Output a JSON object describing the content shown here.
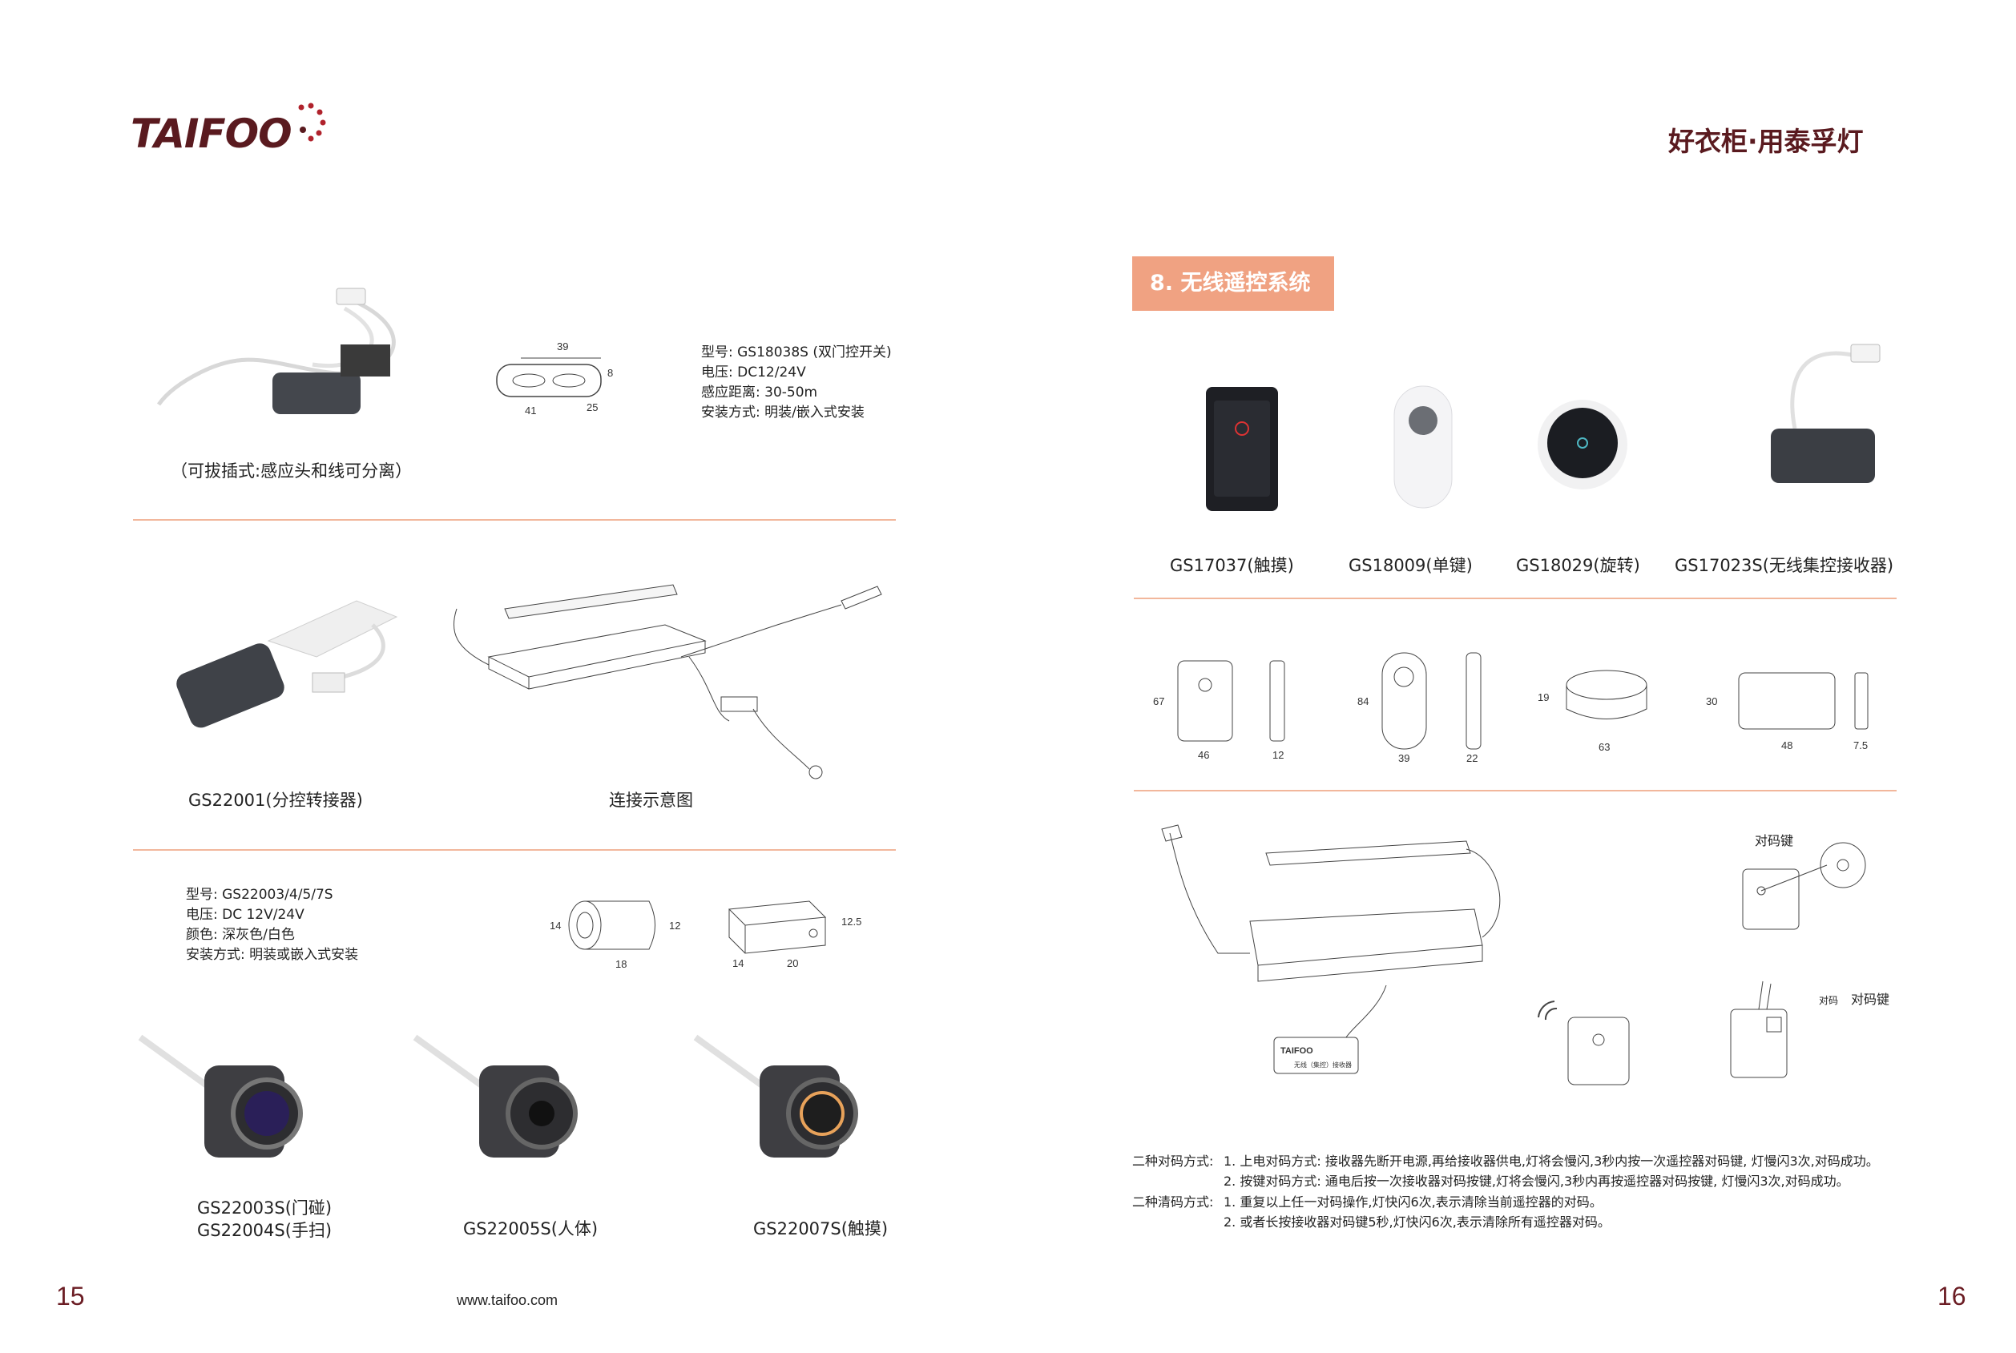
{
  "header": {
    "logo_text": "TAIFOO",
    "slogan": "好衣柜·用泰孚灯"
  },
  "left_page": {
    "block1": {
      "caption": "（可拔插式:感应头和线可分离）",
      "specs": [
        "型号: GS18038S (双门控开关)",
        "电压: DC12/24V",
        "感应距离: 30-50m",
        "安装方式: 明装/嵌入式安装"
      ],
      "dims": [
        "39",
        "8",
        "41",
        "25"
      ]
    },
    "block2": {
      "caption_product": "GS22001(分控转接器)",
      "caption_diagram": "连接示意图"
    },
    "block3": {
      "specs": [
        "型号: GS22003/4/5/7S",
        "电压: DC 12V/24V",
        "颜色: 深灰色/白色",
        "安装方式: 明装或嵌入式安装"
      ],
      "dims_a": [
        "14",
        "12",
        "18"
      ],
      "dims_b": [
        "12.5",
        "14",
        "20"
      ],
      "captions": [
        "GS22003S(门碰)",
        "GS22004S(手扫)",
        "GS22005S(人体)",
        "GS22007S(触摸)"
      ]
    },
    "page_number": "15",
    "website": "www.taifoo.com"
  },
  "right_page": {
    "section_title": "8. 无线遥控系统",
    "products": [
      "GS17037(触摸)",
      "GS18009(单键)",
      "GS18029(旋转)",
      "GS17023S(无线集控接收器)"
    ],
    "dims": {
      "p1": [
        "67",
        "46",
        "12"
      ],
      "p2": [
        "84",
        "39",
        "22"
      ],
      "p3": [
        "19",
        "63"
      ],
      "p4": [
        "30",
        "48",
        "7.5"
      ]
    },
    "diagram_labels": {
      "pair_key_1": "对码键",
      "pair_key_2": "对码键",
      "pair_small": "对码",
      "receiver_label": "无线（集控）接收器"
    },
    "instructions": {
      "pair_label": "二种对码方式:",
      "pair_1": "1. 上电对码方式: 接收器先断开电源,再给接收器供电,灯将会慢闪,3秒内按一次遥控器对码键, 灯慢闪3次,对码成功。",
      "pair_2": "2. 按键对码方式: 通电后按一次接收器对码按键,灯将会慢闪,3秒内再按遥控器对码按键, 灯慢闪3次,对码成功。",
      "clear_label": "二种清码方式:",
      "clear_1": "1. 重复以上任一对码操作,灯快闪6次,表示清除当前遥控器的对码。",
      "clear_2": "2. 或者长按接收器对码键5秒,灯快闪6次,表示清除所有遥控器对码。"
    },
    "page_number": "16"
  }
}
